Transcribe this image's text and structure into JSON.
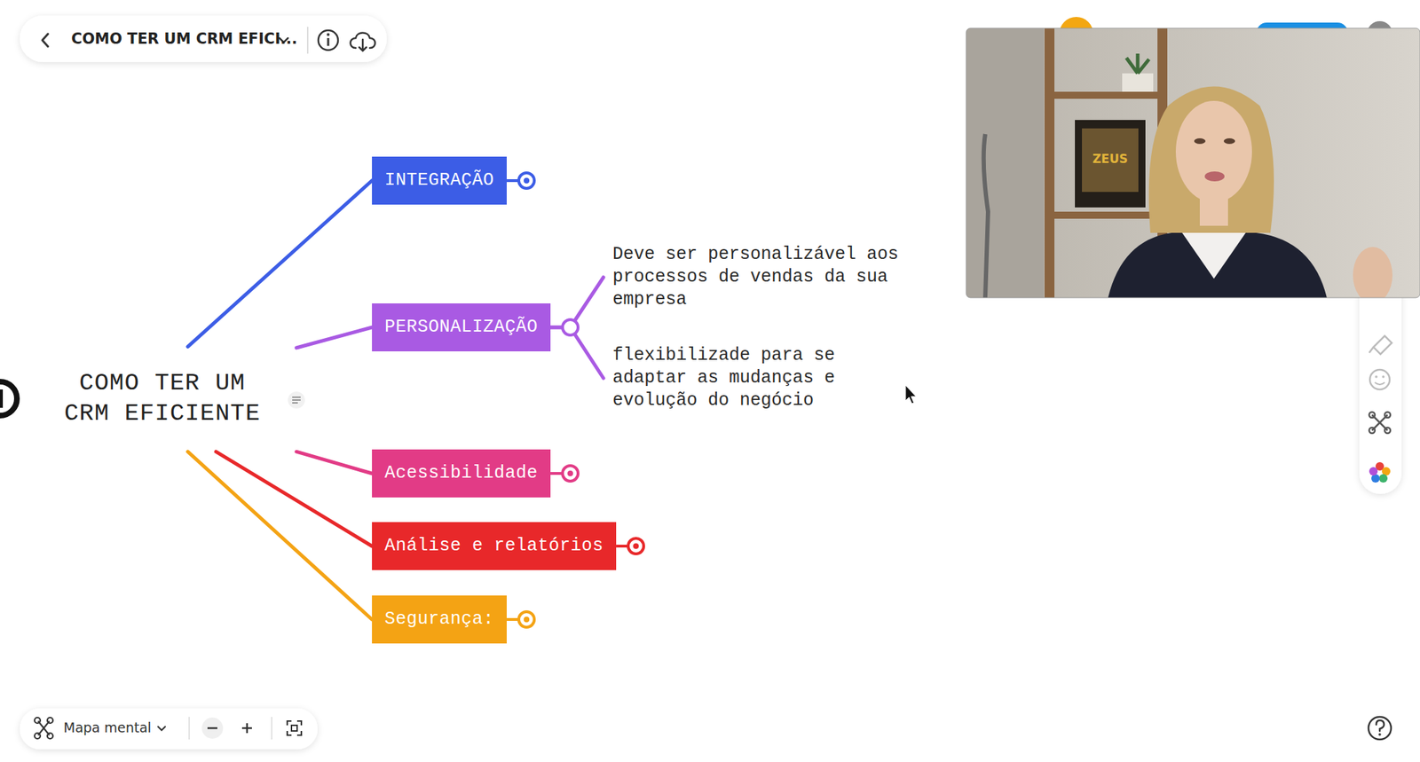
{
  "diagram": {
    "nodes": [
      {
        "text": [
          "COMO TER UM CRM EFICIENTE"
        ]
      },
      {
        "text": [
          "INTEGRAÇÃO"
        ]
      },
      {
        "text": [
          "PERSONALIZAÇÃO"
        ]
      },
      {
        "text": [
          "Deve ser personalizável aos processos de vendas da sua empresa"
        ]
      },
      {
        "text": [
          "flexibilizade para se adaptar as mudanças e evolução do negócio"
        ]
      },
      {
        "text": [
          "Acessibilidade"
        ]
      },
      {
        "text": [
          "Análise e relatórios"
        ]
      },
      {
        "text": [
          "Segurança:"
        ]
      }
    ],
    "edges": [
      {
        "from": 0,
        "to": 1,
        "arrow": "none"
      },
      {
        "from": 0,
        "to": 2,
        "arrow": "none"
      },
      {
        "from": 2,
        "to": 3,
        "arrow": "none"
      },
      {
        "from": 2,
        "to": 4,
        "arrow": "none"
      },
      {
        "from": 0,
        "to": 5,
        "arrow": "none"
      },
      {
        "from": 0,
        "to": 6,
        "arrow": "none"
      },
      {
        "from": 0,
        "to": 7,
        "arrow": "none"
      }
    ],
    "labels": [
      "COMO TER UM CRM EFICI...",
      "Mapa mental",
      "ZEUS"
    ]
  }
}
